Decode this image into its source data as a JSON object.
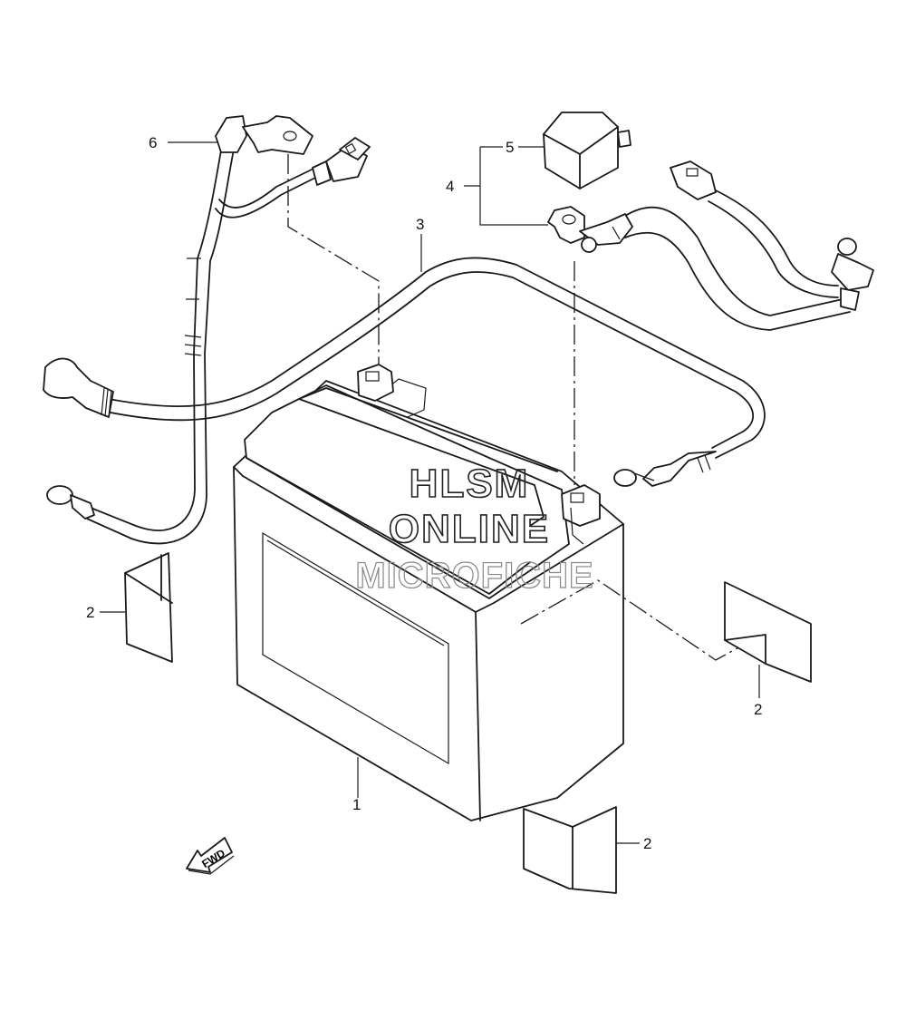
{
  "diagram": {
    "callouts": [
      {
        "id": "battery",
        "label": "1"
      },
      {
        "id": "pad-left",
        "label": "2"
      },
      {
        "id": "pad-right",
        "label": "2"
      },
      {
        "id": "pad-bottom",
        "label": "2"
      },
      {
        "id": "negative-cable",
        "label": "3"
      },
      {
        "id": "positive-lead-set",
        "label": "4"
      },
      {
        "id": "terminal-cover",
        "label": "5"
      },
      {
        "id": "starter-lead",
        "label": "6"
      }
    ],
    "direction_arrow": {
      "label": "FWD"
    },
    "watermark": {
      "line1": "HLSM",
      "line2": "ONLINE",
      "line3": "MICROFICHE"
    }
  }
}
